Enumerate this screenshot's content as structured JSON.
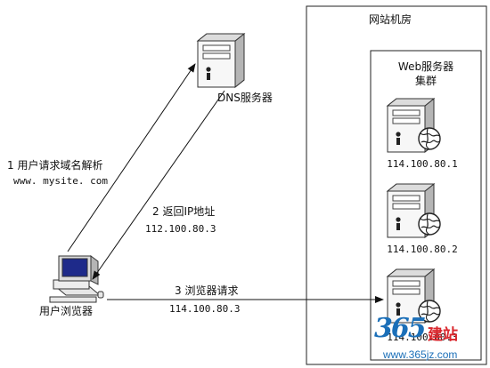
{
  "room": {
    "title": "网站机房"
  },
  "cluster": {
    "title_line1": "Web服务器",
    "title_line2": "集群"
  },
  "dns": {
    "label": "DNS服务器"
  },
  "servers": [
    {
      "ip": "114.100.80.1"
    },
    {
      "ip": "114.100.80.2"
    },
    {
      "ip": "114.100.80.3"
    }
  ],
  "client": {
    "label": "用户浏览器"
  },
  "steps": {
    "step1": {
      "text": "1 用户请求域名解析",
      "host": "www. mysite. com"
    },
    "step2": {
      "text": "2 返回IP地址",
      "ip": "112.100.80.3"
    },
    "step3": {
      "text": "3 浏览器请求",
      "ip": "114.100.80.3"
    }
  },
  "watermark": {
    "brand": "365",
    "name": "建站",
    "url": "www.365jz.com"
  },
  "colors": {
    "line": "#111111",
    "server_body": "#f4f4f4",
    "server_shadow": "#9a9a9a",
    "watermark_red": "#d9262c",
    "watermark_blue": "#1b6fb8"
  },
  "icons": [
    "server-icon",
    "globe-icon",
    "computer-icon",
    "arrow-head-icon"
  ]
}
